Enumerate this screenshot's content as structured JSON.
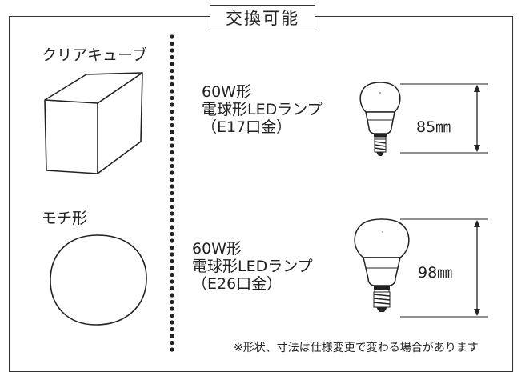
{
  "header": {
    "title": "交換可能"
  },
  "left": {
    "cube_label": "クリアキューブ",
    "round_label": "モチ形"
  },
  "bulbs": [
    {
      "watt": "60W形",
      "name": "電球形LEDランプ",
      "base": "（E17口金）",
      "height": "85㎜"
    },
    {
      "watt": "60W形",
      "name": "電球形LEDランプ",
      "base": "（E26口金）",
      "height": "98㎜"
    }
  ],
  "footnote": "※形状、寸法は仕様変更で変わる場合があります"
}
